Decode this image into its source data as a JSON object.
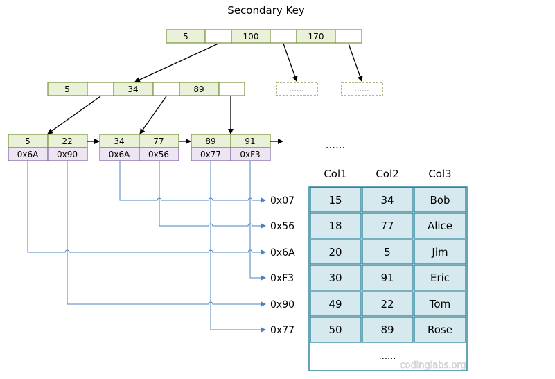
{
  "title": "Secondary Key",
  "root_node": {
    "keys": [
      "5",
      "100",
      "170"
    ]
  },
  "level2_node": {
    "keys": [
      "5",
      "34",
      "89"
    ]
  },
  "placeholder_nodes": [
    "......",
    "......"
  ],
  "leaf_nodes": [
    {
      "keys": [
        "5",
        "22"
      ],
      "pointers": [
        "0x6A",
        "0x90"
      ]
    },
    {
      "keys": [
        "34",
        "77"
      ],
      "pointers": [
        "0x6A",
        "0x56"
      ]
    },
    {
      "keys": [
        "89",
        "91"
      ],
      "pointers": [
        "0x77",
        "0xF3"
      ]
    }
  ],
  "leaf_ellipsis": "......",
  "table": {
    "headers": [
      "Col1",
      "Col2",
      "Col3"
    ],
    "rows": [
      {
        "address": "0x07",
        "cells": [
          "15",
          "34",
          "Bob"
        ]
      },
      {
        "address": "0x56",
        "cells": [
          "18",
          "77",
          "Alice"
        ]
      },
      {
        "address": "0x6A",
        "cells": [
          "20",
          "5",
          "Jim"
        ]
      },
      {
        "address": "0xF3",
        "cells": [
          "30",
          "91",
          "Eric"
        ]
      },
      {
        "address": "0x90",
        "cells": [
          "49",
          "22",
          "Tom"
        ]
      },
      {
        "address": "0x77",
        "cells": [
          "50",
          "89",
          "Rose"
        ]
      }
    ],
    "ellipsis": "......"
  },
  "watermark": "codinglabs.org",
  "colors": {
    "key_fill": "#e9f1d9",
    "key_stroke": "#77933c",
    "pointer_fill": "#ede6f2",
    "pointer_stroke": "#8064a2",
    "table_fill": "#d5e9ef",
    "table_stroke": "#31859c",
    "link_line": "#4f81bd"
  }
}
